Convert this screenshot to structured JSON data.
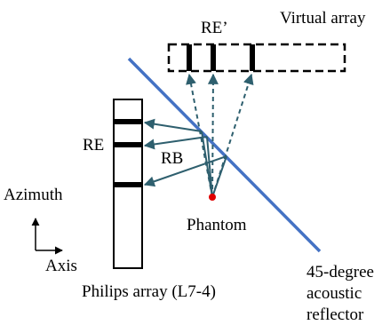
{
  "labels": {
    "virtual_array": "Virtual array",
    "re_prime": "RE’",
    "re": "RE",
    "rb": "RB",
    "azimuth": "Azimuth",
    "axis": "Axis",
    "phantom": "Phantom",
    "philips_array": "Philips array (L7-4)",
    "reflector_line1": "45-degree",
    "reflector_line2": "acoustic",
    "reflector_line3": "reflector"
  },
  "colors": {
    "reflector": "#4472C4",
    "solid_arrow": "#2E5F6E",
    "dashed_arrow": "#2E5F6E",
    "phantom_point": "#E00000",
    "outline": "#000000"
  }
}
